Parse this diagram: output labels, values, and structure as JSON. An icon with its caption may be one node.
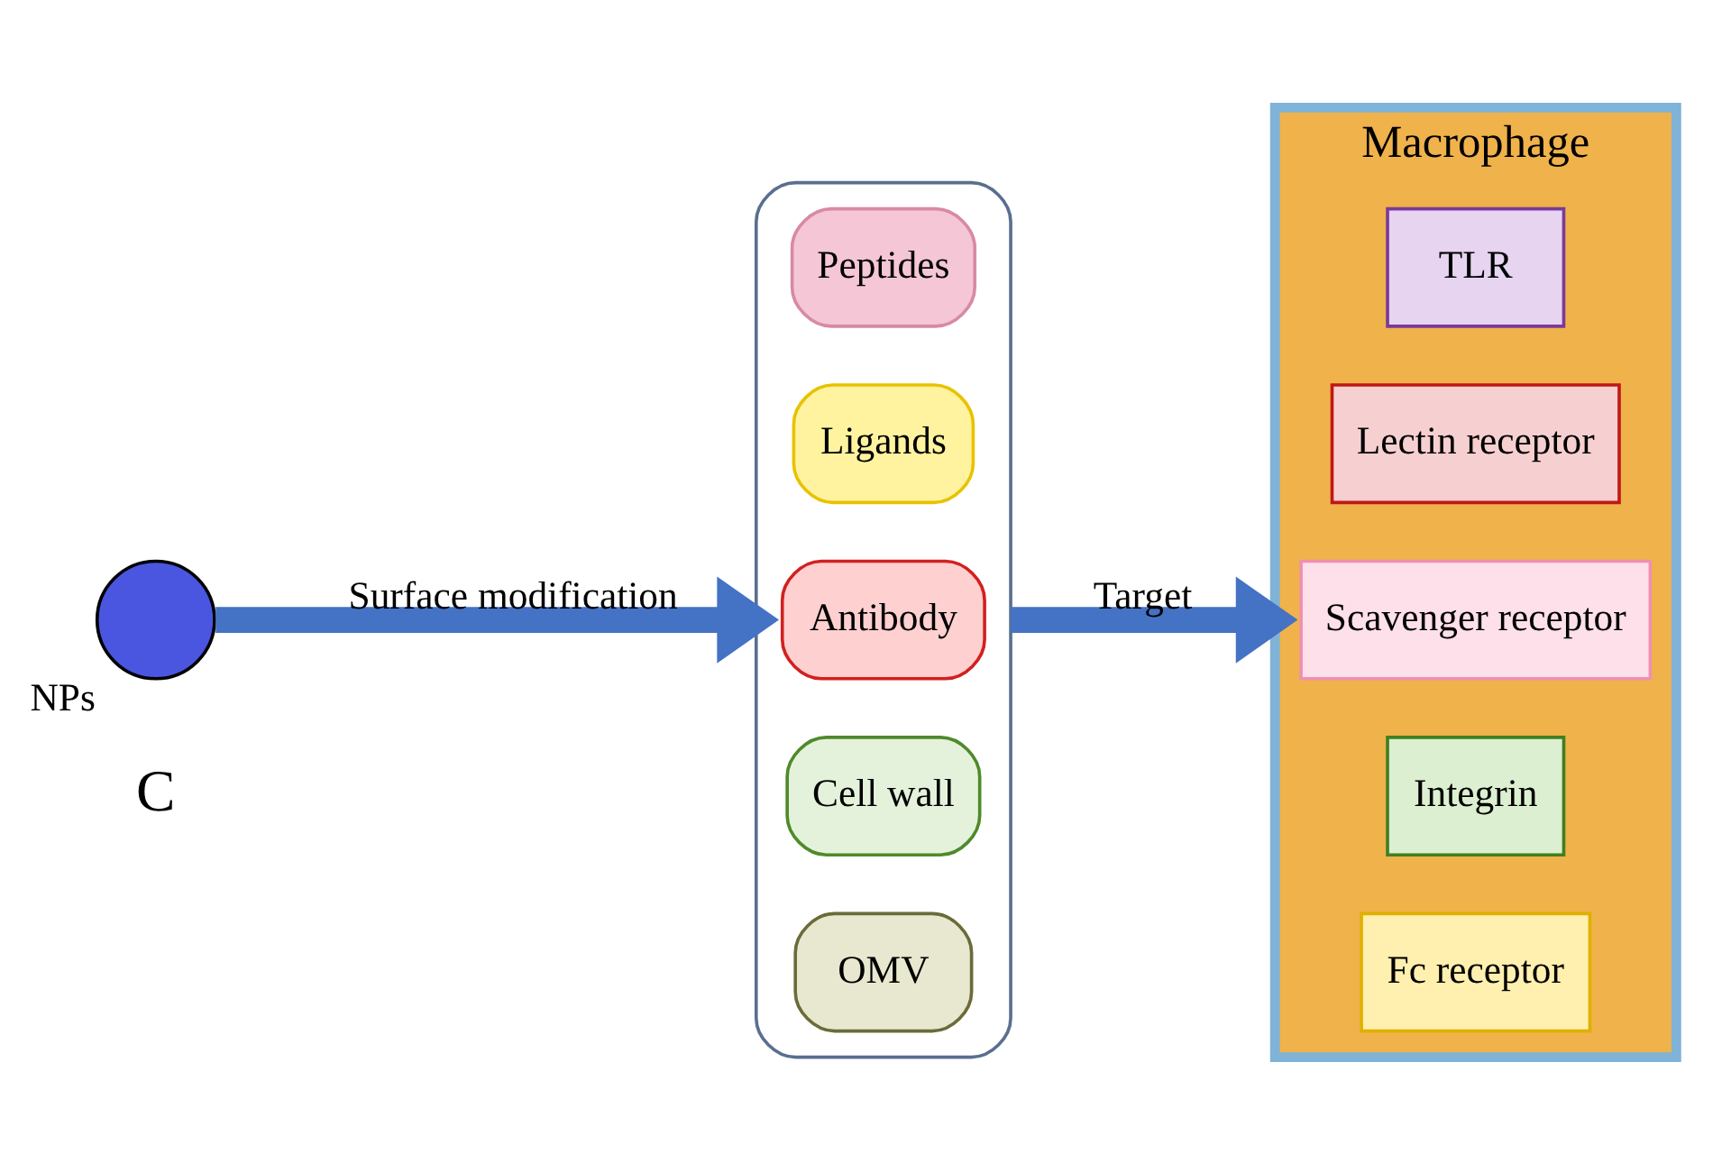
{
  "diagram": {
    "nodes": [
      {
        "text": [
          "NPs"
        ]
      },
      {
        "text": [],
        "shape": "box"
      },
      {
        "text": [
          "Peptides"
        ],
        "in": 1
      },
      {
        "text": [
          "Ligands"
        ],
        "in": 1
      },
      {
        "text": [
          "Antibody"
        ],
        "in": 1
      },
      {
        "text": [
          "Cell wall"
        ],
        "in": 1
      },
      {
        "text": [
          "OMV"
        ],
        "in": 1
      },
      {
        "text": [
          "Macrophage"
        ]
      },
      {
        "text": [
          "TLR"
        ],
        "in": 7
      },
      {
        "text": [
          "Lectin receptor"
        ],
        "in": 7
      },
      {
        "text": [
          "Scavenger receptor"
        ],
        "in": 7
      },
      {
        "text": [
          "Integrin"
        ],
        "in": 7
      },
      {
        "text": [
          "Fc receptor"
        ],
        "in": 7
      }
    ],
    "edges": [
      {
        "from": 0,
        "to": 1,
        "arrow": "to",
        "label": "Surface modification"
      },
      {
        "from": 1,
        "to": 7,
        "arrow": "to",
        "label": "Target"
      }
    ],
    "labels": [
      "C"
    ]
  }
}
